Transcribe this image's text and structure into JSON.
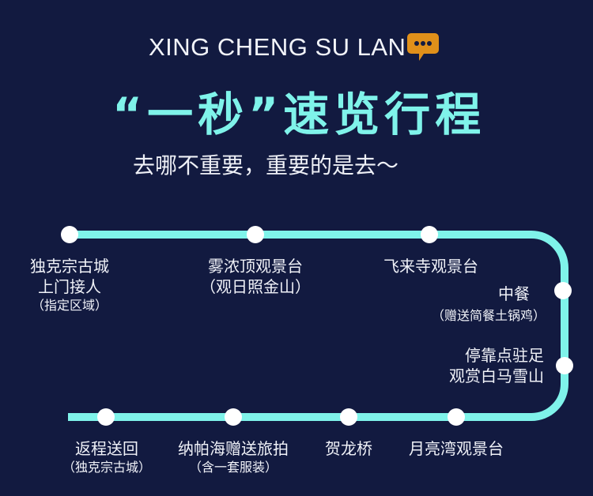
{
  "header": {
    "english_title": "XING CHENG SU LAN",
    "chat_icon": "speech-bubble-icon",
    "title": "“一秒”速览行程",
    "subtitle": "去哪不重要，重要的是去～"
  },
  "colors": {
    "background": "#121a40",
    "route": "#7ff3ea",
    "accent": "#e0901a"
  },
  "stops": [
    {
      "line1": "独克宗古城",
      "line2": "上门接人",
      "note": "（指定区域）"
    },
    {
      "line1": "雾浓顶观景台",
      "line2": "（观日照金山）"
    },
    {
      "line1": "飞来寺观景台"
    },
    {
      "line1": "中餐",
      "line2": "（赠送简餐土锅鸡）"
    },
    {
      "line1": "停靠点驻足",
      "line2": "观赏白马雪山"
    },
    {
      "line1": "月亮湾观景台"
    },
    {
      "line1": "贺龙桥"
    },
    {
      "line1": "纳帕海赠送旅拍",
      "note": "（含一套服装）"
    },
    {
      "line1": "返程送回",
      "note": "（独克宗古城）"
    }
  ]
}
